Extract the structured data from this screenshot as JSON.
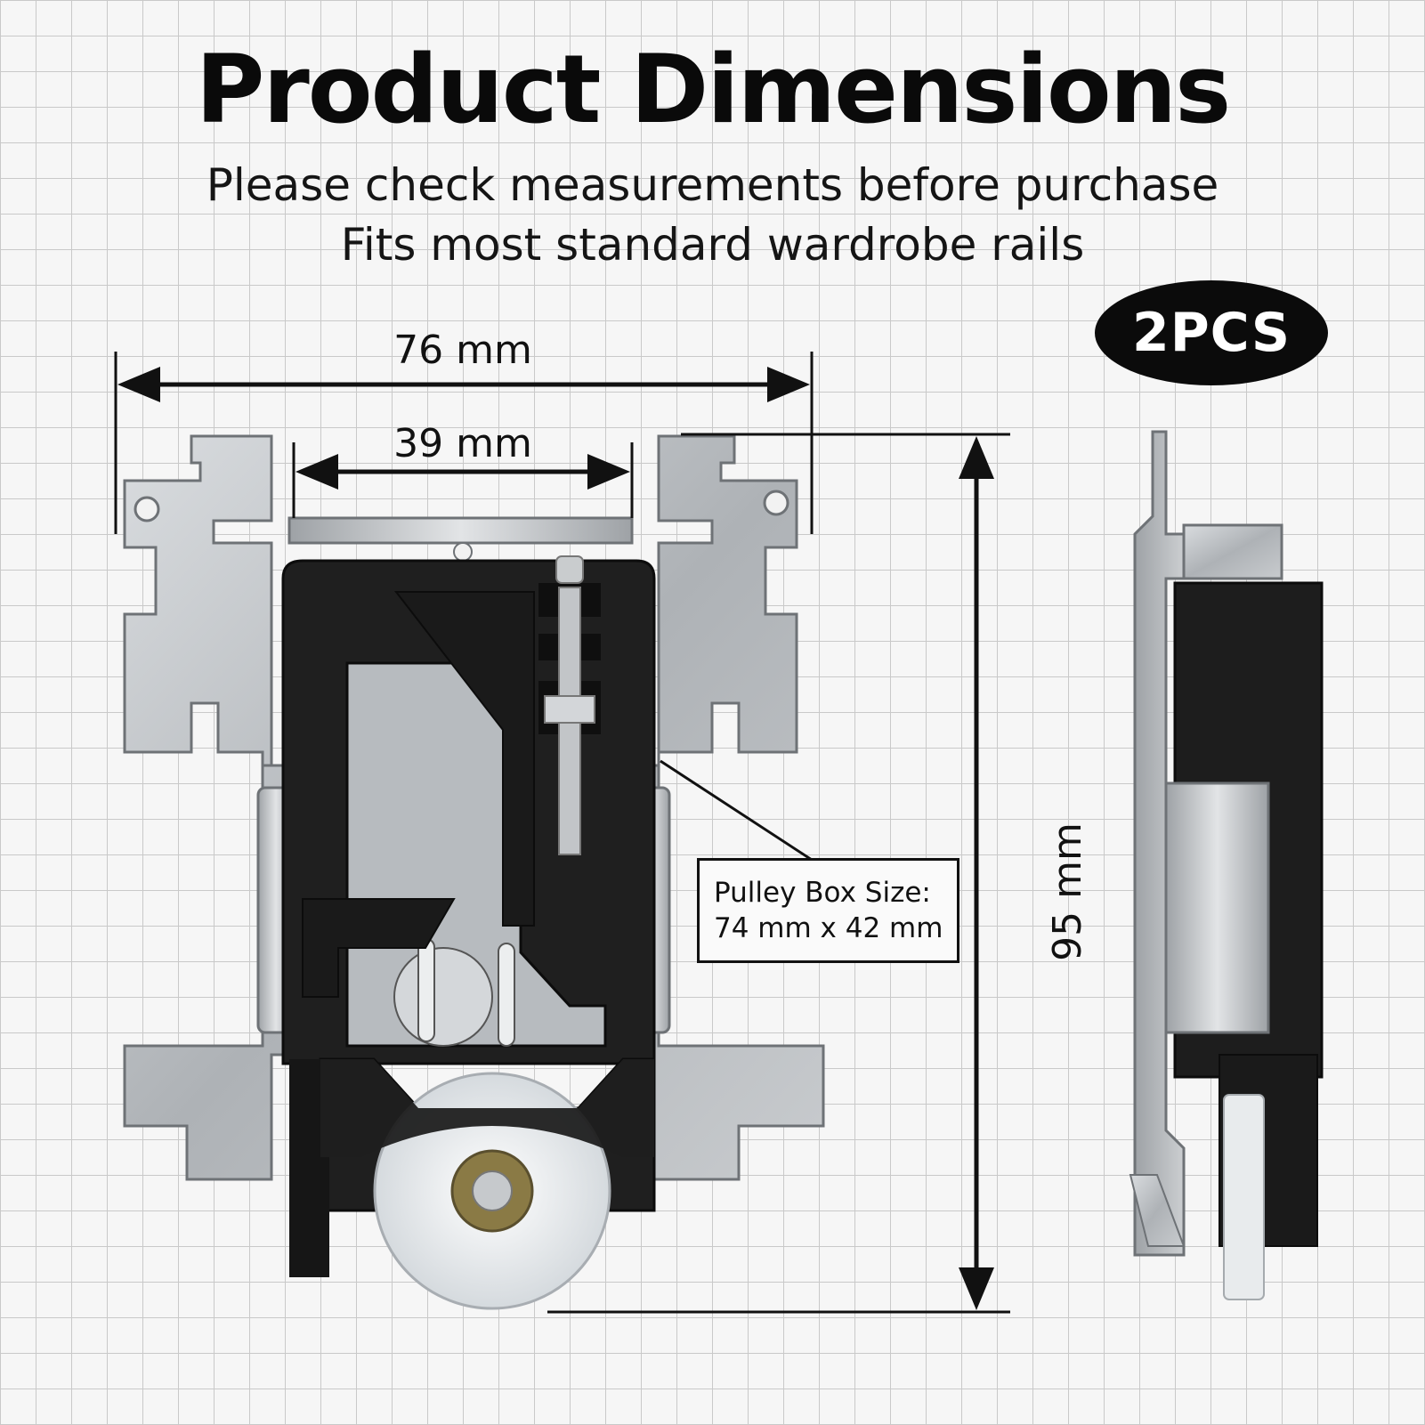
{
  "header": {
    "title": "Product Dimensions",
    "subtitle_line1": "Please check measurements before purchase",
    "subtitle_line2": "Fits most standard wardrobe rails"
  },
  "badge": {
    "label": "2PCS"
  },
  "dimensions": {
    "overall_width": "76 mm",
    "inner_width": "39 mm",
    "height": "95 mm"
  },
  "callout": {
    "line1": "Pulley Box Size:",
    "line2": "74 mm x 42 mm"
  },
  "colors": {
    "background": "#f6f6f6",
    "grid": "#c9c9c9",
    "metal": "#b9bcbf",
    "plastic": "#1f1f1f",
    "wheel": "#e9ecef",
    "ink": "#111111"
  }
}
